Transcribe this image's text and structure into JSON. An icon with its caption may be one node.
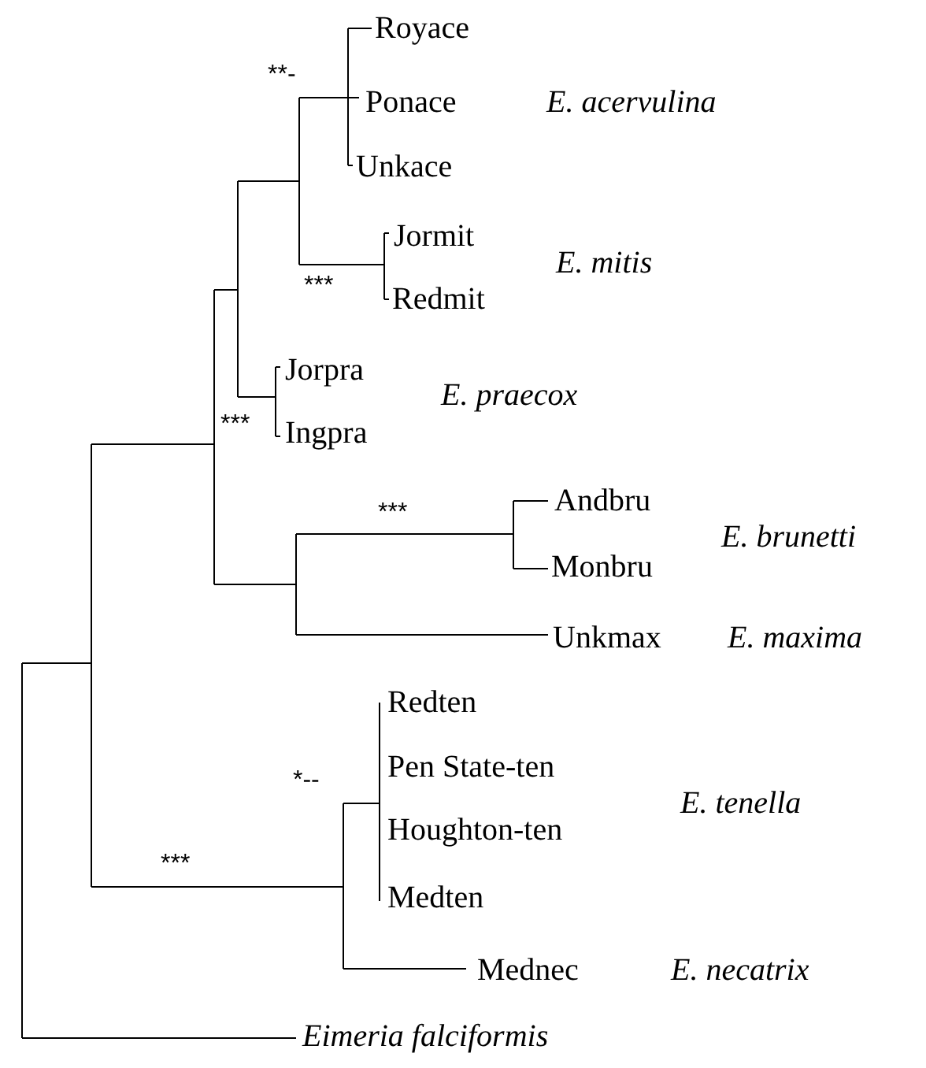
{
  "diagram": {
    "labels": [
      "Royace",
      "**-",
      "Ponace",
      "E. acervulina",
      "Unkace",
      "Jormit",
      "E. mitis",
      "***",
      "Redmit",
      "Jorpra",
      "E. praecox",
      "***",
      "Ingpra",
      "***",
      "Andbru",
      "E. brunetti",
      "Monbru",
      "Unkmax",
      "E. maxima",
      "Redten",
      "Pen State-ten",
      "*--",
      "E. tenella",
      "Houghton-ten",
      "***",
      "Medten",
      "Mednec",
      "E. necatrix",
      "Eimeria falciformis"
    ]
  }
}
